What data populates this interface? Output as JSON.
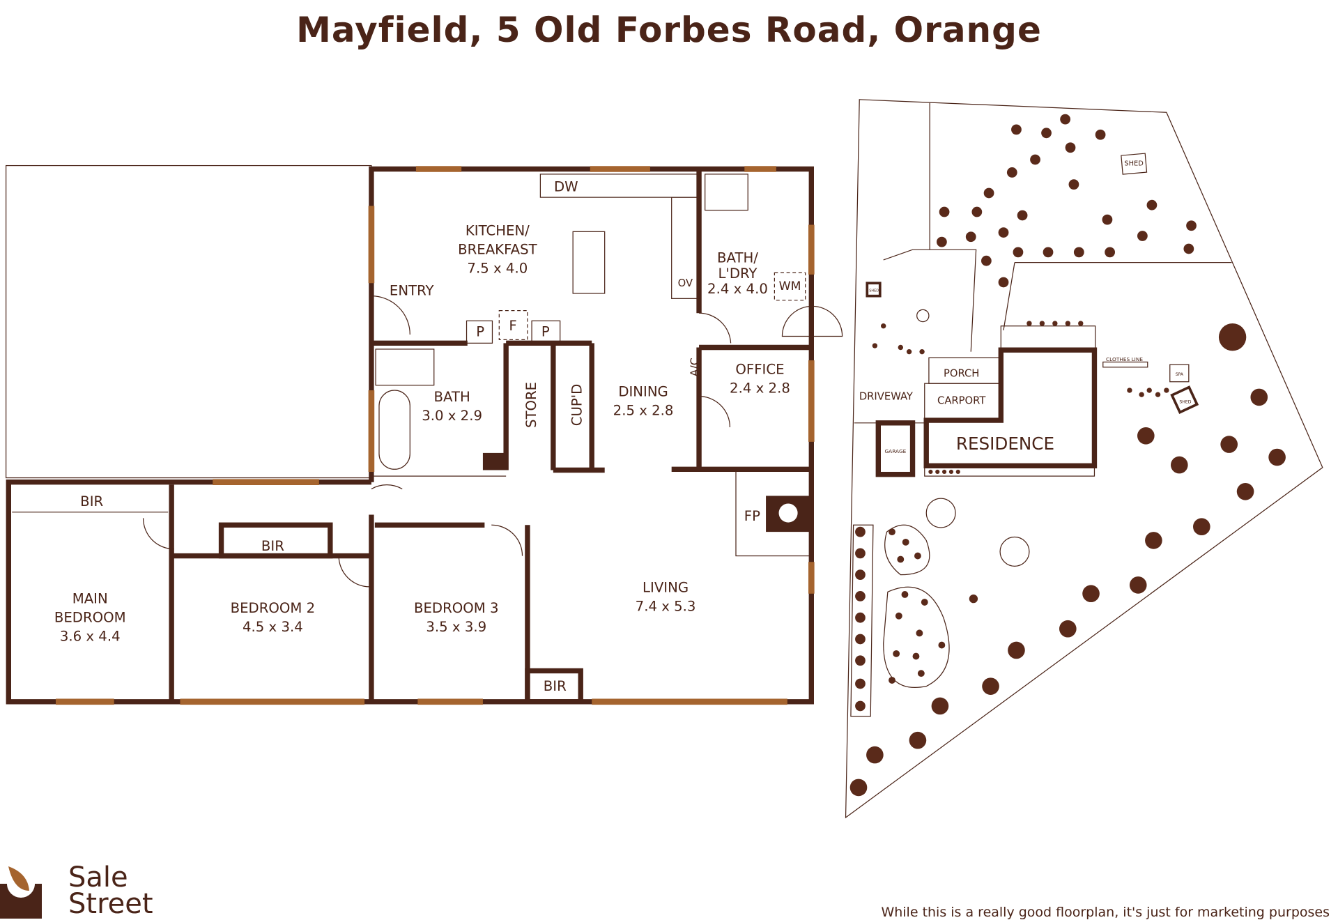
{
  "title": "Mayfield, 5 Old Forbes Road, Orange",
  "colors": {
    "wall": "#4a2418",
    "window": "#a5642e",
    "tree": "#5a2a1a"
  },
  "floorplan": {
    "kitchen": [
      "KITCHEN/",
      "BREAKFAST",
      "7.5 x 4.0"
    ],
    "entry": "ENTRY",
    "dw": "DW",
    "ov": "OV",
    "p1": "P",
    "f": "F",
    "p2": "P",
    "bath_ldry": [
      "BATH/",
      "L'DRY",
      "2.4 x 4.0"
    ],
    "wm": "WM",
    "ac": "A/C",
    "office": [
      "OFFICE",
      "2.4 x 2.8"
    ],
    "bath": [
      "BATH",
      "3.0 x 2.9"
    ],
    "store": "STORE",
    "cupd": "CUP'D",
    "dining": [
      "DINING",
      "2.5 x 2.8"
    ],
    "fp": "FP",
    "living": [
      "LIVING",
      "7.4 x 5.3"
    ],
    "bir_main": "BIR",
    "main_bedroom": [
      "MAIN",
      "BEDROOM",
      "3.6 x 4.4"
    ],
    "bir_bed2": "BIR",
    "bedroom2": [
      "BEDROOM 2",
      "4.5 x 3.4"
    ],
    "bedroom3": [
      "BEDROOM 3",
      "3.5 x 3.9"
    ],
    "bir_bed3": "BIR"
  },
  "siteplan": {
    "shed_top": "SHED",
    "shed_left": "SHED",
    "shed_right": "SHED",
    "porch": "PORCH",
    "carport": "CARPORT",
    "driveway": "DRIVEWAY",
    "garage": "GARAGE",
    "residence": "RESIDENCE",
    "clothes_line": "CLOTHES LINE",
    "spa": "SPA"
  },
  "brand": {
    "line1": "Sale",
    "line2": "Street"
  },
  "disclaimer": "While this is a really good floorplan, it's just for marketing purposes"
}
